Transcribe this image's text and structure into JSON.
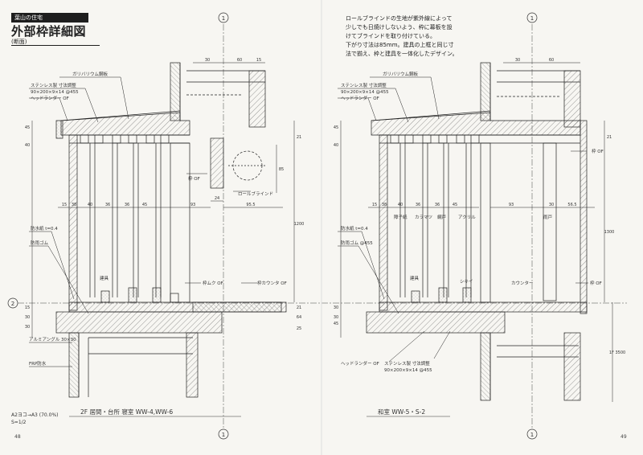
{
  "header": {
    "tag": "葉山の住宅",
    "title": "外部枠詳細図",
    "subtitle": "(断面)"
  },
  "description": [
    "ロールブラインドの生地が紫外線によって",
    "少しでも日焼けしないよう、枠に幕板を設",
    "けてブラインドを取り付けている。",
    "下がり寸法は85mm。建具の上框と同じ寸",
    "法で揃え、枠と建具を一体化したデザイン。"
  ],
  "grid_marks": {
    "one": "1",
    "two": "2"
  },
  "left_drawing": {
    "caption": "2F 居間・台所 寝室 WW-4,WW-6",
    "labels": {
      "galvalume": "ガリバリウム鋼板",
      "stainless_bolt": "ステンレス製 寸法調整",
      "bolt_spec": "90×200×9×14 @455",
      "header_od": "ヘッドランダー OF",
      "frame_od": "枠 OF",
      "roll_blind": "ロールブラインド",
      "flashing": "防水紙 t=0.4",
      "rubber": "防雨ゴム",
      "sash": "建具",
      "sill_od": "枠ムク OF",
      "floor_od": "枠カウンタ OF",
      "ext_insul": "アルミアングル 30×30",
      "frp": "FRP防水"
    },
    "dims_top": [
      "60",
      "30",
      "15"
    ],
    "dims_mid": [
      "15",
      "38",
      "40",
      "36",
      "36",
      "45",
      "93",
      "95.5"
    ],
    "dims_side": [
      "85",
      "21",
      "24",
      "1200"
    ],
    "dims_left": [
      "45",
      "40",
      "30",
      "15",
      "21",
      "25",
      "64",
      "30"
    ]
  },
  "right_drawing": {
    "caption": "和室 WW-5・S-2",
    "labels": {
      "galvalume": "ガリバリウム鋼板",
      "stainless_bolt": "ステンレス製 寸法調整",
      "bolt_spec": "90×200×9×14 @455",
      "header_od": "ヘッドランダー OF",
      "frame_od": "枠 OF",
      "flashing": "防水紙 t=0.4",
      "rubber": "防雨ゴム @455",
      "sash": "建具",
      "paper_a": "障子紙",
      "paper_b": "カラマツ",
      "paper_c": "網戸",
      "paper_d": "アクリル",
      "screen": "雨戸",
      "bottom_frame": "カウンター",
      "sill_od": "枠 OF",
      "sill_plate": "シキイ",
      "header_od_b": "ヘッドランダー OF",
      "bolt_b": "ステンレス製 寸法調整",
      "bolt_spec_b": "90×200×9×14 @455"
    },
    "dims_top": [
      "60",
      "30",
      "21"
    ],
    "dims_mid": [
      "15",
      "38",
      "40",
      "36",
      "36",
      "45",
      "93",
      "30",
      "56.5"
    ],
    "dims_side": [
      "1300",
      "1F 3500"
    ],
    "dims_left": [
      "45",
      "40",
      "30",
      "45",
      "30"
    ]
  },
  "footnote": [
    "A2ヨコ→A3 (70.0%)",
    "S=1/2"
  ],
  "page_numbers": {
    "left": "48",
    "right": "49"
  }
}
